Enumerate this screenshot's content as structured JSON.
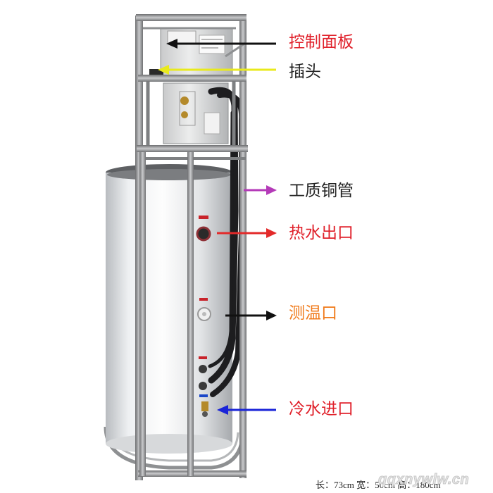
{
  "labels": {
    "control_panel": "控制面板",
    "plug": "插头",
    "copper_pipe": "工质铜管",
    "hot_water_outlet": "热水出口",
    "temp_port": "测温口",
    "cold_water_inlet": "冷水进口"
  },
  "colors": {
    "control_panel": "#e0202a",
    "plug": "#222222",
    "copper_pipe": "#222222",
    "hot_water_outlet": "#e0202a",
    "temp_port": "#f07a1a",
    "cold_water_inlet": "#e0202a",
    "arrow_control_panel": "#111111",
    "arrow_plug": "#e9ea1c",
    "arrow_copper_pipe": "#b43ab8",
    "arrow_hot_water": "#e32a2a",
    "arrow_temp_port": "#111111",
    "arrow_cold_water": "#1a24d8"
  },
  "dimensions_caption": "长：73cm  宽：50cm  高：180cm",
  "watermark": "qqxnywlw.cn"
}
